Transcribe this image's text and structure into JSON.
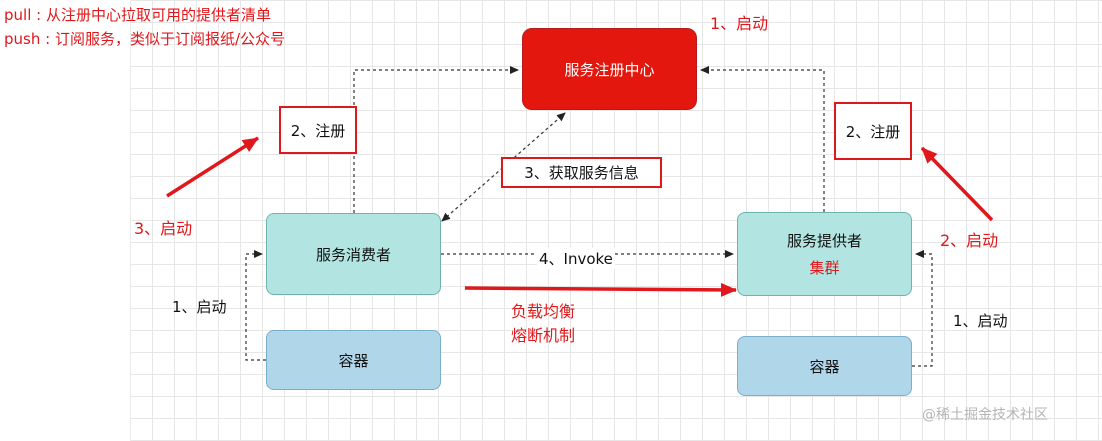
{
  "notes": {
    "pull": "pull : 从注册中心拉取可用的提供者清单",
    "push": "push : 订阅服务，类似于订阅报纸/公众号"
  },
  "nodes": {
    "registry": "服务注册中心",
    "consumer": "服务消费者",
    "provider": "服务提供者",
    "provider_cluster": "集群",
    "container_left": "容器",
    "container_right": "容器"
  },
  "labels": {
    "registry_start": "1、启动",
    "register_left": "2、注册",
    "register_right": "2、注册",
    "fetch_info": "3、获取服务信息",
    "invoke": "4、Invoke",
    "container_start_left": "1、启动",
    "container_start_right": "1、启动",
    "consumer_start": "3、启动",
    "provider_start": "2、启动",
    "load_balance": "负载均衡",
    "circuit_breaker": "熔断机制"
  },
  "watermark": "@稀土掘金技术社区",
  "colors": {
    "registry_fill": "#e3170d",
    "service_fill": "#b2e5e1",
    "container_fill": "#b0d6ea",
    "annotation_red": "#e0181b"
  }
}
